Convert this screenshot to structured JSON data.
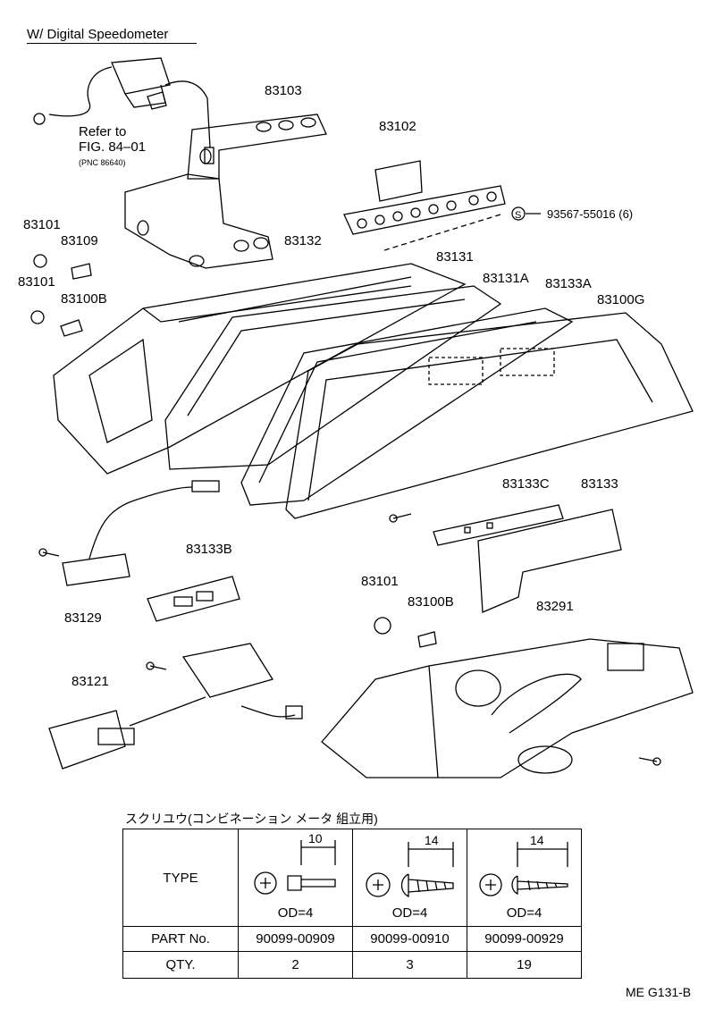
{
  "title": "W/ Digital Speedometer",
  "refer": {
    "line1": "Refer to",
    "line2": "FIG. 84–01",
    "line3": "(PNC 86640)"
  },
  "labels": {
    "p83103": "83103",
    "p83102": "83102",
    "screw_spec": "93567-55016 (6)",
    "screw_symbol": "S",
    "p83101_a": "83101",
    "p83109": "83109",
    "p83132": "83132",
    "p83131": "83131",
    "p83131A": "83131A",
    "p83133A": "83133A",
    "p83101_b": "83101",
    "p83100B_a": "83100B",
    "p83100G": "83100G",
    "p83133C": "83133C",
    "p83133": "83133",
    "p83133B": "83133B",
    "p83129": "83129",
    "p83101_c": "83101",
    "p83100B_b": "83100B",
    "p83291": "83291",
    "p83121": "83121"
  },
  "table": {
    "caption": "スクリユウ(コンビネーション メータ 組立用)",
    "row_type": "TYPE",
    "row_part": "PART   No.",
    "row_qty": "QTY.",
    "columns": [
      {
        "length": "10",
        "od": "OD=4",
        "part": "90099-00909",
        "qty": "2"
      },
      {
        "length": "14",
        "od": "OD=4",
        "part": "90099-00910",
        "qty": "3"
      },
      {
        "length": "14",
        "od": "OD=4",
        "part": "90099-00929",
        "qty": "19"
      }
    ]
  },
  "figure_code": "ME G131-B"
}
